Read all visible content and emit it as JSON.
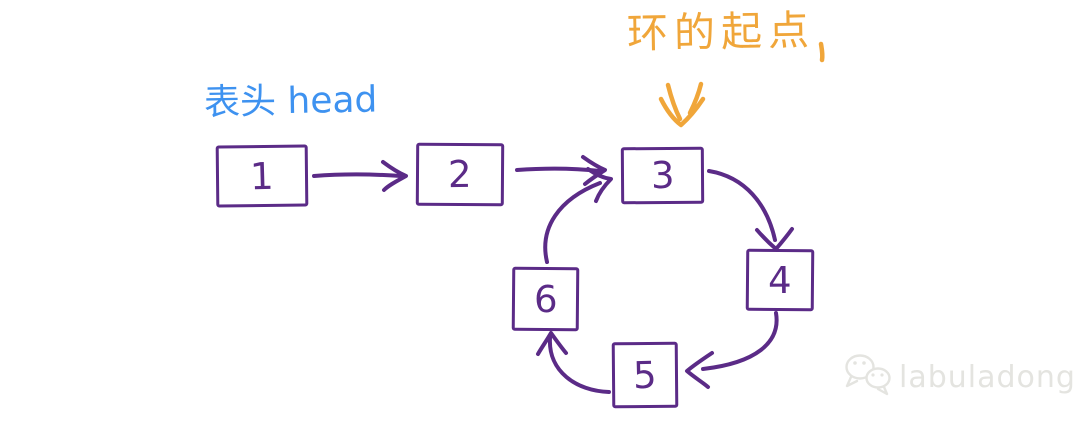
{
  "colors": {
    "ink_purple": "#5b2b87",
    "label_blue": "#3e92f0",
    "label_orange": "#f0a63a",
    "watermark_gray": "#e4e4e0"
  },
  "annotations": {
    "head_label": "表头 head",
    "cycle_label": "环的起点"
  },
  "nodes": [
    {
      "value": "1"
    },
    {
      "value": "2"
    },
    {
      "value": "3"
    },
    {
      "value": "4"
    },
    {
      "value": "5"
    },
    {
      "value": "6"
    }
  ],
  "edges": [
    {
      "from": "1",
      "to": "2"
    },
    {
      "from": "2",
      "to": "3"
    },
    {
      "from": "3",
      "to": "4"
    },
    {
      "from": "4",
      "to": "5"
    },
    {
      "from": "5",
      "to": "6"
    },
    {
      "from": "6",
      "to": "3"
    }
  ],
  "icons": {
    "cycle_pointer": "double-down-arrow-icon",
    "watermark": "wechat-icon"
  },
  "watermark": {
    "text": "labuladong"
  }
}
